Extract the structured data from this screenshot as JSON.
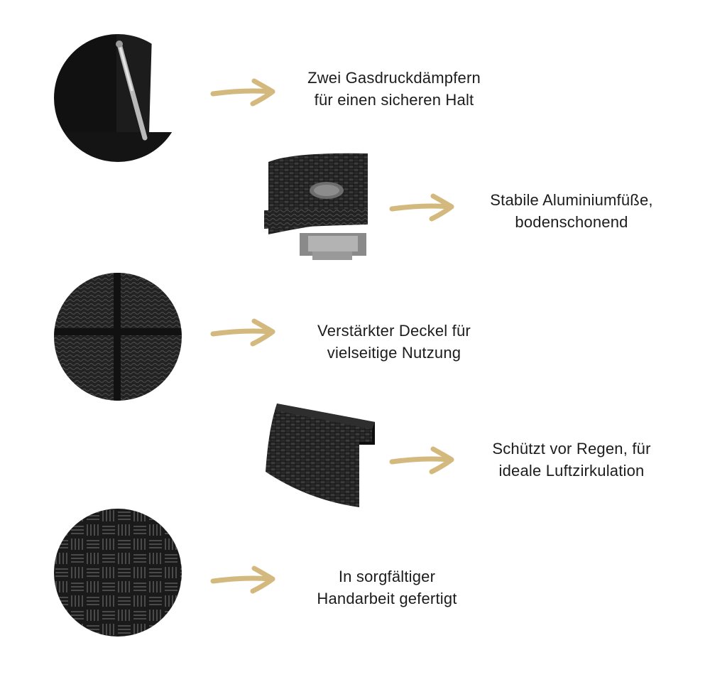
{
  "colors": {
    "arrow": "#d4b97f",
    "rattan": "#1f1f1f",
    "text": "#1c1c1c",
    "background": "#ffffff"
  },
  "features": [
    {
      "icon": "gas-strut-icon",
      "lines": [
        "Zwei Gasdruckdämpfern",
        "für einen sicheren Halt"
      ]
    },
    {
      "icon": "aluminium-foot-icon",
      "lines": [
        "Stabile Aluminiumfüße,",
        "bodenschonend"
      ]
    },
    {
      "icon": "reinforced-lid-icon",
      "lines": [
        "Verstärkter Deckel für",
        "vielseitige Nutzung"
      ]
    },
    {
      "icon": "rain-overhang-icon",
      "lines": [
        "Schützt vor Regen, für",
        "ideale Luftzirkulation"
      ]
    },
    {
      "icon": "handwoven-rattan-icon",
      "lines": [
        "In sorgfältiger",
        "Handarbeit gefertigt"
      ]
    }
  ]
}
